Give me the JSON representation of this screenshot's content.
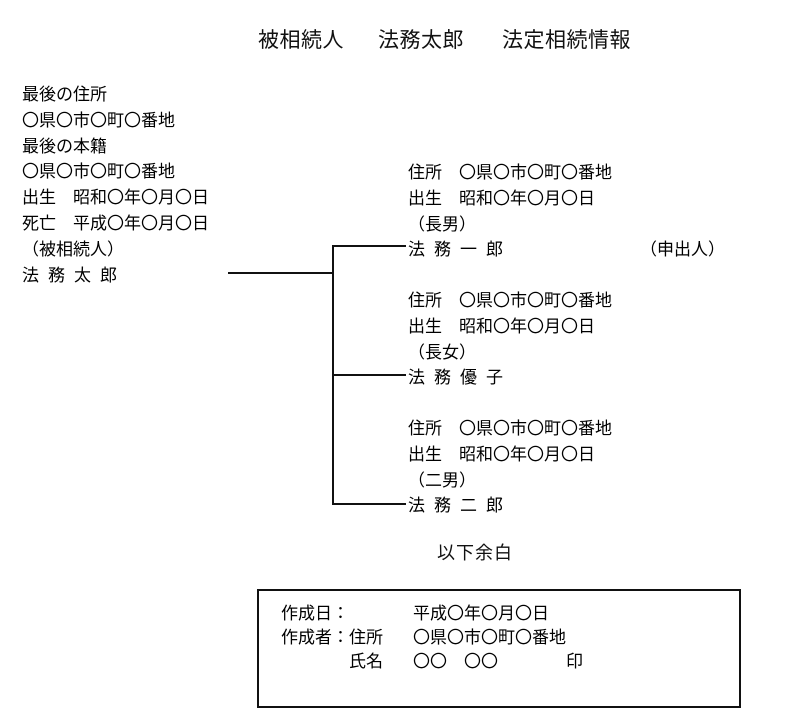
{
  "document": {
    "title_parts": {
      "decedent_label": "被相続人",
      "decedent_name": "法務太郎",
      "document_type": "法定相続情報"
    }
  },
  "decedent": {
    "lines": [
      "最後の住所",
      "〇県〇市〇町〇番地",
      "最後の本籍",
      "〇県〇市〇町〇番地",
      "出生　昭和〇年〇月〇日",
      "死亡　平成〇年〇月〇日",
      "（被相続人）"
    ],
    "name": "法務太郎"
  },
  "heirs": [
    {
      "address": "住所　〇県〇市〇町〇番地",
      "birth": "出生　昭和〇年〇月〇日",
      "relation": "（長男）",
      "name": "法務一郎",
      "applicant_tag": "（申出人）"
    },
    {
      "address": "住所　〇県〇市〇町〇番地",
      "birth": "出生　昭和〇年〇月〇日",
      "relation": "（長女）",
      "name": "法務優子",
      "applicant_tag": ""
    },
    {
      "address": "住所　〇県〇市〇町〇番地",
      "birth": "出生　昭和〇年〇月〇日",
      "relation": "（二男）",
      "name": "法務二郎",
      "applicant_tag": ""
    }
  ],
  "blank_note": "以下余白",
  "footer": {
    "created_date_label": "作成日：",
    "created_date_value": "平成〇年〇月〇日",
    "creator_label": "作成者：",
    "creator_address_label": "住所",
    "creator_address_value": "〇県〇市〇町〇番地",
    "creator_name_label": "氏名",
    "creator_name_value": "〇〇　〇〇",
    "seal_mark": "印"
  },
  "colors": {
    "ink": "#111111",
    "paper": "#ffffff"
  }
}
